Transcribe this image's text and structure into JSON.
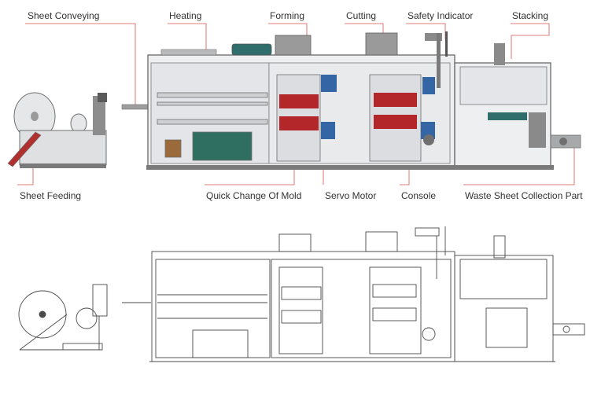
{
  "top_labels": {
    "sheet_conveying": "Sheet Conveying",
    "heating": "Heating",
    "forming": "Forming",
    "cutting": "Cutting",
    "safety_indicator": "Safety Indicator",
    "stacking": "Stacking"
  },
  "bottom_labels": {
    "sheet_feeding": "Sheet Feeding",
    "quick_change_mold": "Quick Change Of Mold",
    "servo_motor": "Servo Motor",
    "console": "Console",
    "waste_collection": "Waste Sheet Collection Part"
  },
  "colors": {
    "leader_line": "#d9534f",
    "machine_frame": "#6f6f6f",
    "panel_fill": "#e9eaec",
    "mold_red": "#b3262a",
    "motor_blue": "#3465a4",
    "heater_green": "#2e6f62",
    "accent_teal": "#2f6e6a"
  }
}
